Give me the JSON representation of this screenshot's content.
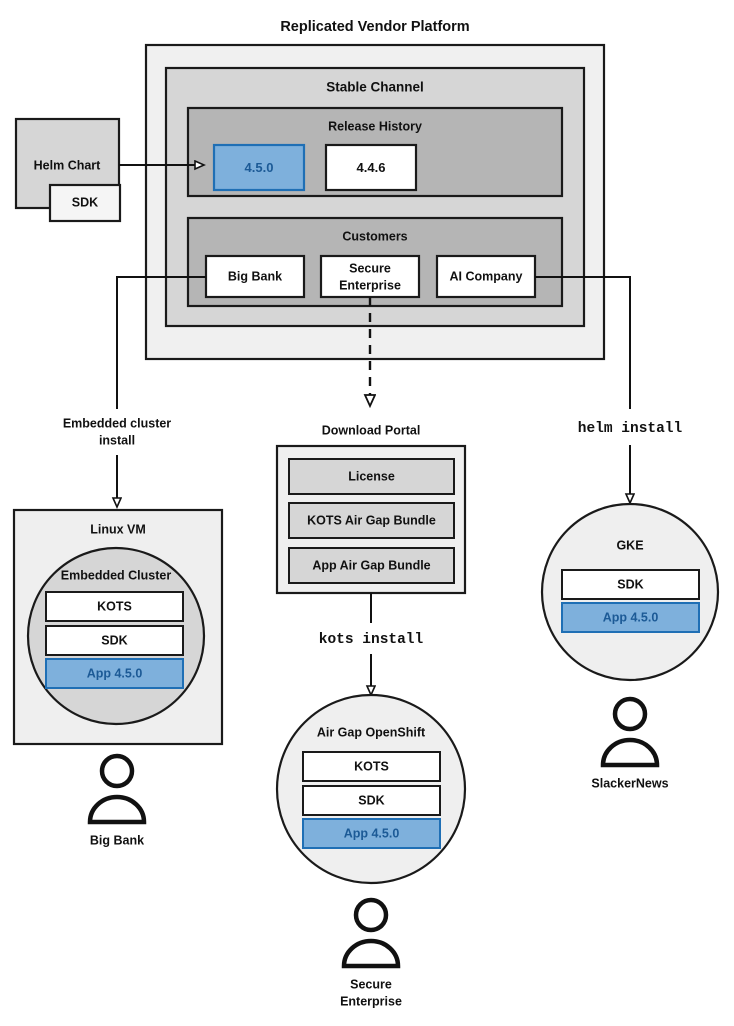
{
  "title": "Replicated Vendor Platform",
  "palette": {
    "outer_fill": "#f0f0f0",
    "channel_fill": "#d6d6d6",
    "section_fill": "#b5b5b5",
    "white": "#ffffff",
    "blue_fill": "#7eb0dc",
    "blue_stroke": "#1f6fb5",
    "blue_text": "#1c5a96",
    "stroke": "#1a1a1a",
    "light_panel": "#efefef",
    "grey_item": "#d6d6d6"
  },
  "source": {
    "helm_chart_label": "Helm Chart",
    "sdk_label": "SDK"
  },
  "platform": {
    "stable_channel": {
      "label": "Stable Channel",
      "release_history": {
        "label": "Release History",
        "releases": [
          {
            "version": "4.5.0",
            "active": true
          },
          {
            "version": "4.4.6",
            "active": false
          }
        ]
      },
      "customers": {
        "label": "Customers",
        "items": [
          {
            "name": "Big Bank"
          },
          {
            "name_line1": "Secure",
            "name_line2": "Enterprise"
          },
          {
            "name": "AI Company"
          }
        ]
      }
    }
  },
  "branches": {
    "left": {
      "label_line1": "Embedded cluster",
      "label_line2": "install",
      "target": {
        "title": "Linux VM",
        "inner_title": "Embedded Cluster",
        "components": [
          {
            "label": "KOTS",
            "active": false
          },
          {
            "label": "SDK",
            "active": false
          },
          {
            "label": "App 4.5.0",
            "active": true
          }
        ]
      },
      "persona": "Big Bank"
    },
    "center": {
      "portal": {
        "title": "Download Portal",
        "items": [
          "License",
          "KOTS Air Gap Bundle",
          "App Air Gap Bundle"
        ]
      },
      "command": "kots install",
      "target": {
        "title": "Air Gap OpenShift",
        "components": [
          {
            "label": "KOTS",
            "active": false
          },
          {
            "label": "SDK",
            "active": false
          },
          {
            "label": "App 4.5.0",
            "active": true
          }
        ]
      },
      "persona_line1": "Secure",
      "persona_line2": "Enterprise"
    },
    "right": {
      "command": "helm install",
      "target": {
        "title": "GKE",
        "components": [
          {
            "label": "SDK",
            "active": false
          },
          {
            "label": "App 4.5.0",
            "active": true
          }
        ]
      },
      "persona": "SlackerNews"
    }
  }
}
